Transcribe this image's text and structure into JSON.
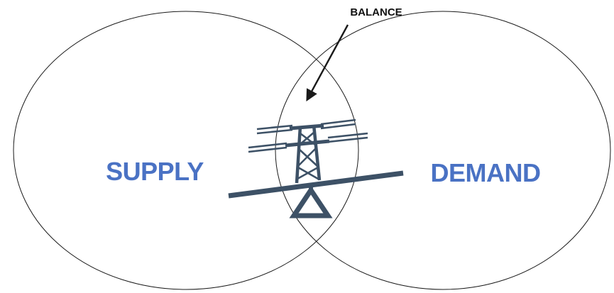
{
  "diagram": {
    "labels": {
      "balance": "BALANCE",
      "supply": "SUPPLY",
      "demand": "DEMAND"
    },
    "colors": {
      "label_blue": "#4a72c4",
      "icon_navy": "#3d5166",
      "outline": "#1a1a1a",
      "balance_text": "#111111"
    },
    "icons": {
      "center": "power-pylon-on-seesaw-icon",
      "pointer": "arrow-icon"
    }
  }
}
